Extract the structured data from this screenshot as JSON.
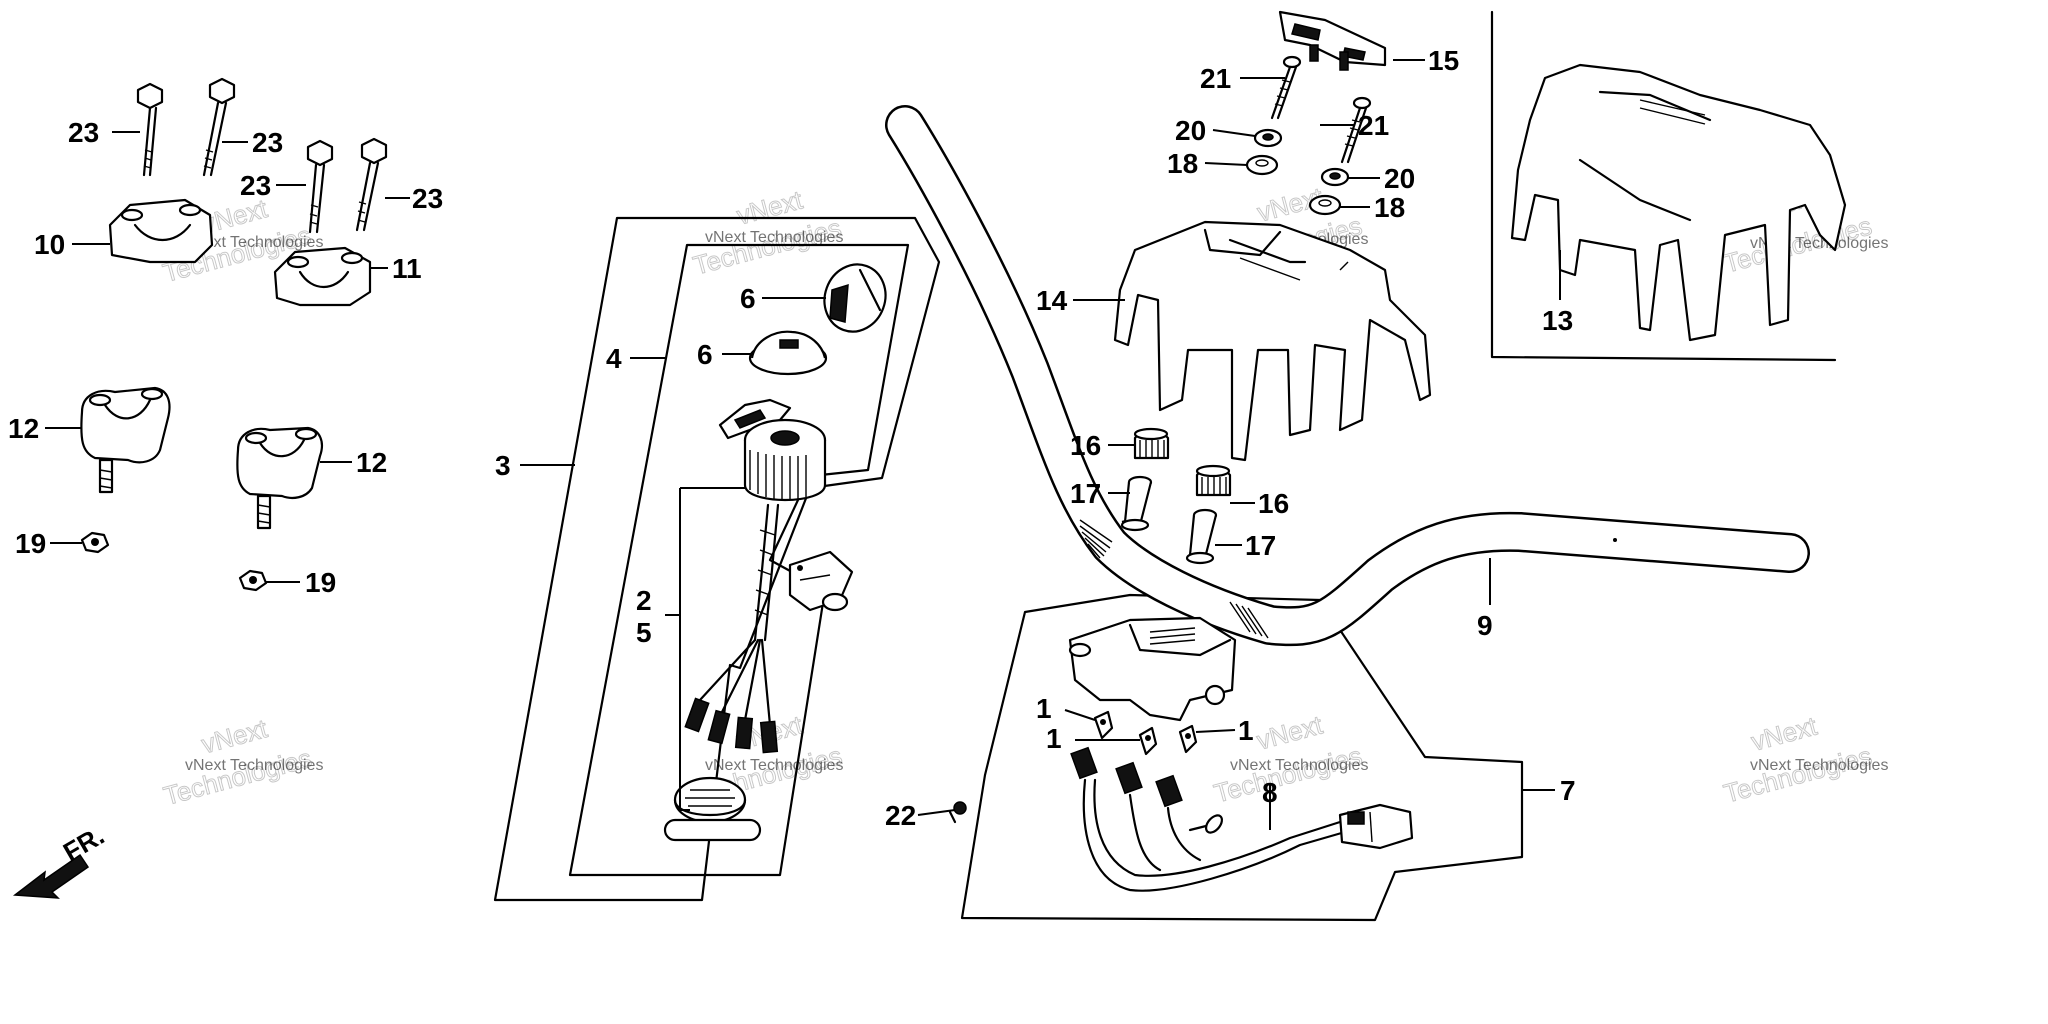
{
  "diagram": {
    "callouts": {
      "c1a": "1",
      "c1b": "1",
      "c1c": "1",
      "c2": "2",
      "c3": "3",
      "c4": "4",
      "c5": "5",
      "c6a": "6",
      "c6b": "6",
      "c7": "7",
      "c8": "8",
      "c9": "9",
      "c10": "10",
      "c11": "11",
      "c12a": "12",
      "c12b": "12",
      "c13": "13",
      "c14": "14",
      "c15": "15",
      "c16a": "16",
      "c16b": "16",
      "c17a": "17",
      "c17b": "17",
      "c18a": "18",
      "c18b": "18",
      "c19a": "19",
      "c19b": "19",
      "c20a": "20",
      "c20b": "20",
      "c21a": "21",
      "c21b": "21",
      "c22": "22",
      "c23a": "23",
      "c23b": "23",
      "c23c": "23",
      "c23d": "23"
    },
    "direction_label": "FR.",
    "watermark": {
      "line_small": "vNext Technologies",
      "line_big_1": "vNext",
      "line_big_2": "Technologies"
    }
  }
}
